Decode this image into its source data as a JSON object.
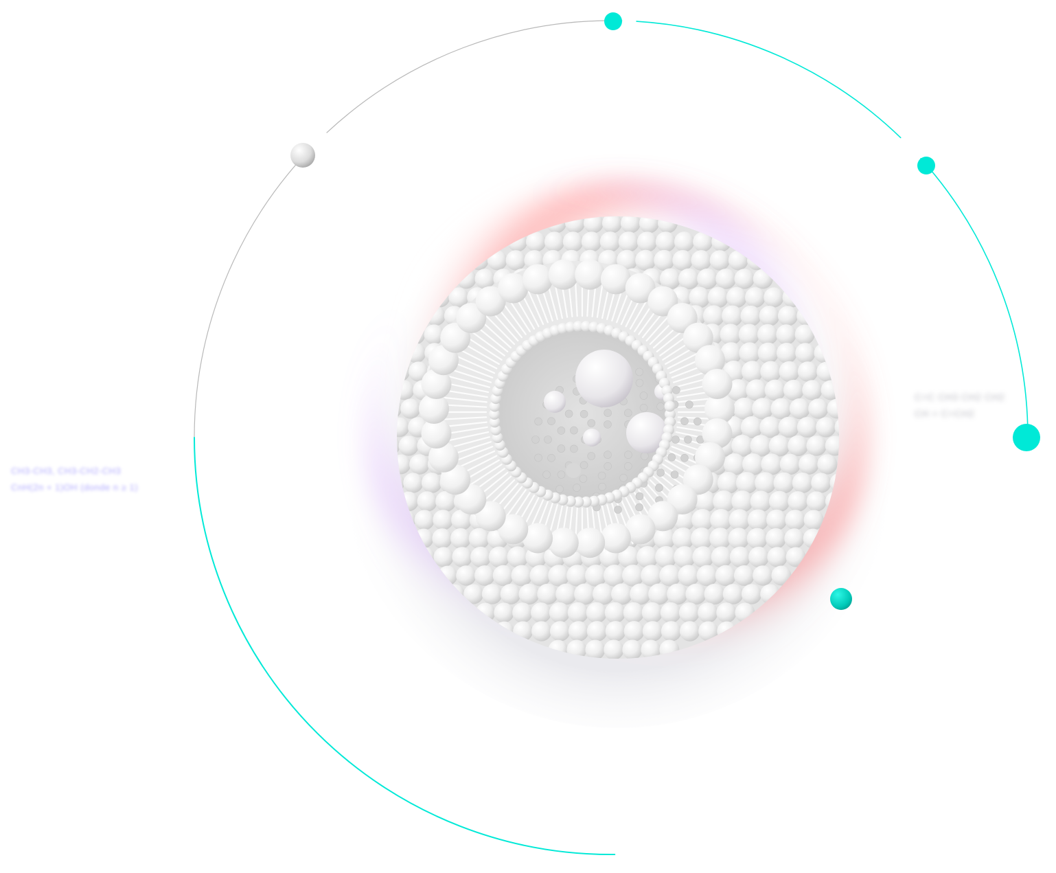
{
  "colors": {
    "accent": "#00e9d7",
    "accent_dark": "#00bfae",
    "orbit_grey": "#b8b8b8",
    "formula_text": "#6f63ff",
    "glow_warm": "#ff6b6b",
    "glow_violet": "#c77dff",
    "sphere_white": "#f2f2f2"
  },
  "formulas": {
    "left": {
      "line1": "CH3-CH3, CH3-CH2-CH3",
      "line2": "CnH(2n + 1)OH (donde n ≥ 1)"
    },
    "right": {
      "line1": "C=C  CH3  CH2  CH2",
      "line2": "CH + C=CH2"
    }
  },
  "icons": {
    "orbit_nodes": "dot-icon",
    "central_object": "liposome-sphere-icon"
  }
}
